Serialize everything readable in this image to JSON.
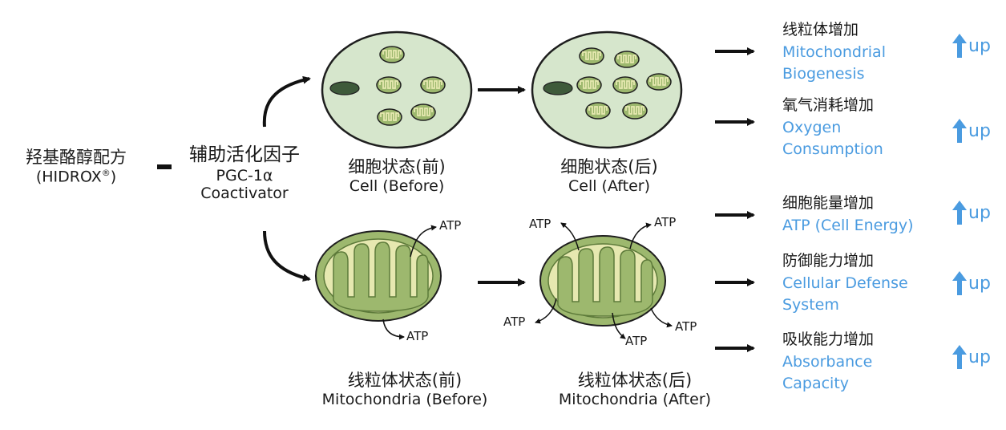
{
  "source": {
    "zh": "羟基酪醇配方",
    "en": "(HIDROX",
    "reg": "®",
    "close": ")"
  },
  "link_symbol": "-",
  "coactivator": {
    "zh": "辅助活化因子",
    "en1": "PGC-1α",
    "en2": "Coactivator"
  },
  "cell_before": {
    "zh": "细胞状态(前)",
    "en": "Cell (Before)"
  },
  "cell_after": {
    "zh": "细胞状态(后)",
    "en": "Cell (After)"
  },
  "mito_before": {
    "zh": "线粒体状态(前)",
    "en": "Mitochondria (Before)"
  },
  "mito_after": {
    "zh": "线粒体状态(后)",
    "en": "Mitochondria (After)"
  },
  "atp_label": "ATP",
  "results": [
    {
      "zh": "线粒体增加",
      "en1": "Mitochondrial",
      "en2": "Biogenesis",
      "trend": "up"
    },
    {
      "zh": "氧气消耗增加",
      "en1": "Oxygen",
      "en2": "Consumption",
      "trend": "up"
    },
    {
      "zh": "细胞能量增加",
      "en1": "ATP (Cell Energy)",
      "en2": "",
      "trend": "up"
    },
    {
      "zh": "防御能力增加",
      "en1": "Cellular Defense",
      "en2": "System",
      "trend": "up"
    },
    {
      "zh": "吸收能力增加",
      "en1": "Absorbance",
      "en2": "Capacity",
      "trend": "up"
    }
  ],
  "colors": {
    "text": "#1a1a1a",
    "accent_blue": "#4a9be0",
    "cell_fill": "#d6e6cc",
    "cell_stroke": "#1e1e1e",
    "mito_outer": "#9db86e",
    "mito_inner": "#e6e8b0",
    "nucleus": "#3e5a3a"
  }
}
